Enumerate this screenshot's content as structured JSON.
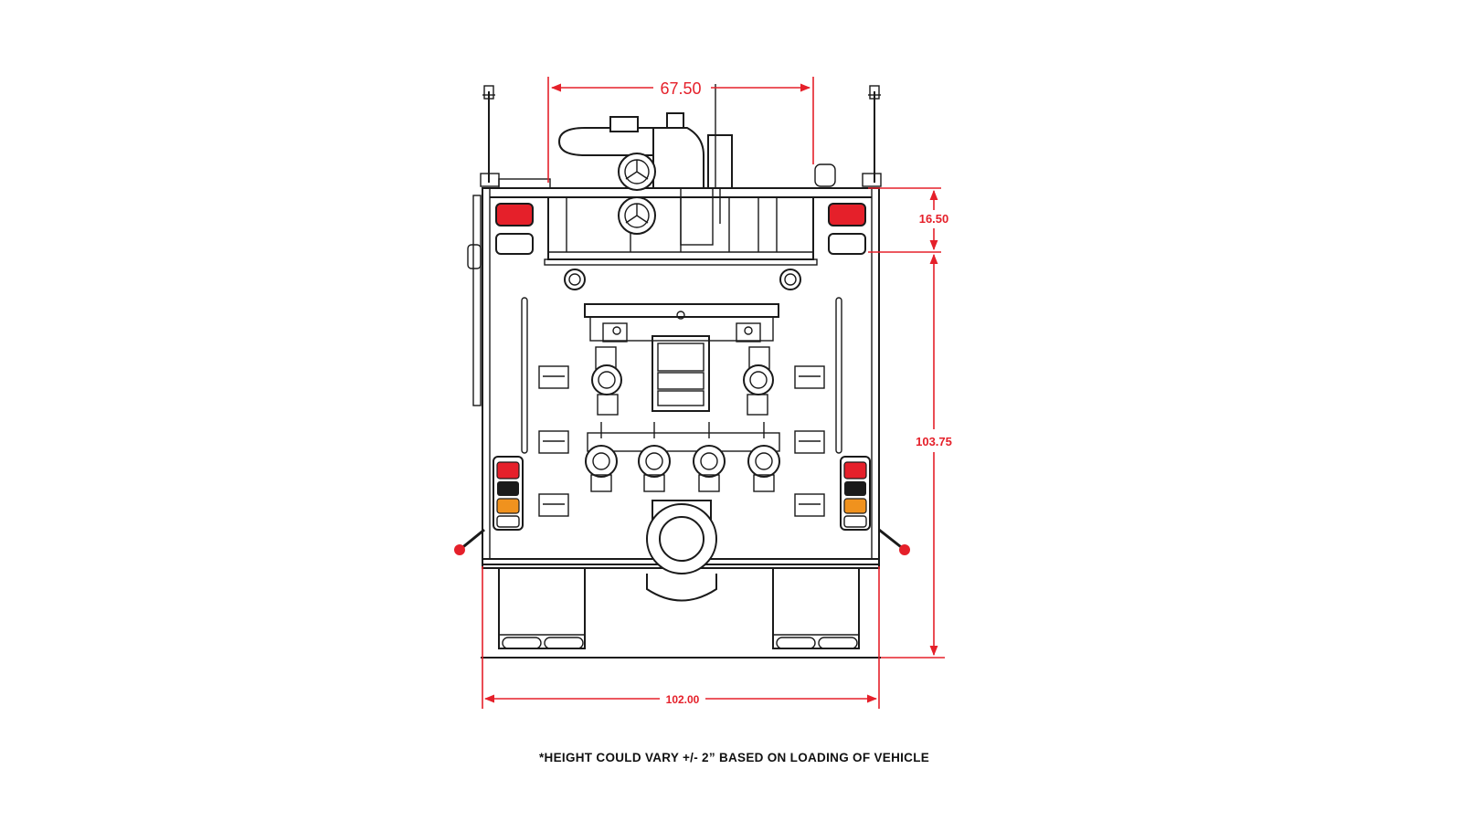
{
  "dimensions": {
    "top_width": "67.50",
    "upper_section_height": "16.50",
    "overall_height": "103.75",
    "overall_width": "102.00"
  },
  "note": "*HEIGHT COULD VARY +/- 2” BASED ON LOADING OF VEHICLE",
  "colors": {
    "line": "#1a1a1a",
    "dimension": "#e5202a",
    "tail_light_red": "#e5202a",
    "turn_signal_amber": "#f0921e"
  }
}
